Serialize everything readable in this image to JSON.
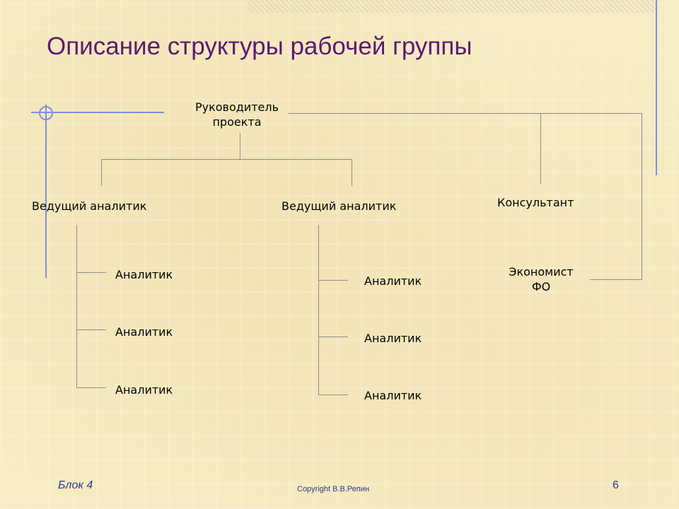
{
  "slide": {
    "title": "Описание структуры рабочей группы"
  },
  "diagram": {
    "head": {
      "line1": "Руководитель",
      "line2": "проекта"
    },
    "lead_left": "Ведущий аналитик",
    "lead_right": "Ведущий аналитик",
    "consultant": "Консультант",
    "economist": {
      "line1": "Экономист",
      "line2": "ФО"
    },
    "analysts_left": [
      "Аналитик",
      "Аналитик",
      "Аналитик"
    ],
    "analysts_right": [
      "Аналитик",
      "Аналитик",
      "Аналитик"
    ]
  },
  "footer": {
    "block": "Блок 4",
    "copyright": "Copyright В.В.Репин",
    "page_number": "6"
  }
}
